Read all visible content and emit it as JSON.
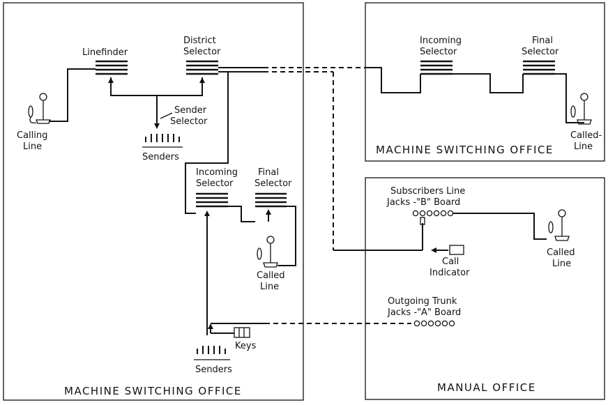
{
  "machine_office_left": {
    "title": "MACHINE SWITCHING OFFICE",
    "linefinder": "Linefinder",
    "district_selector": [
      "District",
      "Selector"
    ],
    "sender_selector": [
      "Sender",
      "Selector"
    ],
    "senders_top": "Senders",
    "calling_line": [
      "Calling",
      "Line"
    ],
    "incoming_selector": [
      "Incoming",
      "Selector"
    ],
    "final_selector": [
      "Final",
      "Selector"
    ],
    "called_line": [
      "Called",
      "Line"
    ],
    "keys": "Keys",
    "senders_bottom": "Senders"
  },
  "machine_office_right": {
    "title": "MACHINE SWITCHING OFFICE",
    "incoming_selector": [
      "Incoming",
      "Selector"
    ],
    "final_selector": [
      "Final",
      "Selector"
    ],
    "called_line": [
      "Called-",
      "Line"
    ]
  },
  "manual_office": {
    "title": "MANUAL OFFICE",
    "subscribers_jacks": [
      "Subscribers Line",
      "Jacks -\"B\" Board"
    ],
    "call_indicator": [
      "Call",
      "Indicator"
    ],
    "called_line": [
      "Called",
      "Line"
    ],
    "outgoing_jacks": [
      "Outgoing Trunk",
      "Jacks -\"A\" Board"
    ]
  }
}
